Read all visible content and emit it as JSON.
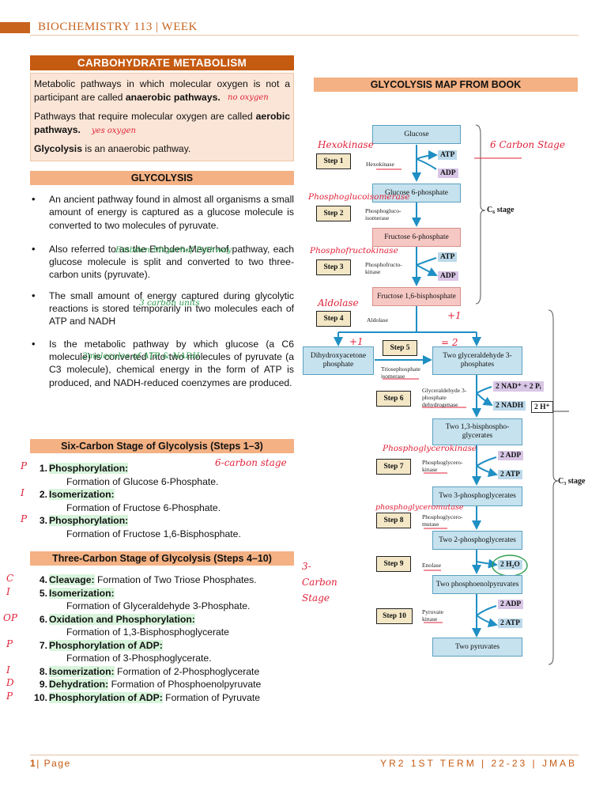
{
  "header": {
    "title": "BIOCHEMISTRY 113 | WEEK"
  },
  "carb": {
    "heading": "CARBOHYDRATE METABOLISM",
    "p1_a": "Metabolic pathways in which molecular oxygen is not a participant are called ",
    "p1_b": "anaerobic pathways.",
    "p2_a": "Pathways that require molecular oxygen are called ",
    "p2_b": "aerobic pathways.",
    "p3_a": "Glycolysis",
    "p3_b": " is an anaerobic pathway.",
    "note_no_oxygen": "no oxygen",
    "note_yes_oxygen": "yes oxygen"
  },
  "glycolysis": {
    "heading": "GLYCOLYSIS",
    "bullets": [
      "An ancient pathway found in almost all organisms a small amount of energy is captured as a glucose molecule is converted to two molecules of pyruvate.",
      "Also referred to as the Embden-Meyerhof pathway, each glucose molecule is split and converted to two three-carbon units (pyruvate).",
      "The small amount of energy captured during glycolytic reactions is stored temporarily in two molecules each of ATP and NADH",
      "Is the metabolic pathway by which glucose (a C6 molecule) is converted into two molecules of pyruvate (a C3 molecule), chemical energy in the form of ATP is produced, and NADH-reduced coenzymes are produced."
    ],
    "note_embden": "Embden-Meyerhof Pathway",
    "note_3carbon": "3 carbon units",
    "note_atp_nadh": "2molecules of ATP & NADH"
  },
  "six_carbon": {
    "heading": "Six-Carbon Stage of Glycolysis (Steps 1–3)",
    "steps": [
      {
        "num": "1.",
        "name": "Phosphorylation:",
        "desc": "Formation of Glucose 6-Phosphate.",
        "mark": "P"
      },
      {
        "num": "2.",
        "name": "Isomerization:",
        "desc": "Formation of Fructose 6-Phosphate.",
        "mark": "I"
      },
      {
        "num": "3.",
        "name": "Phosphorylation:",
        "desc": "Formation of Fructose 1,6-Bisphosphate.",
        "mark": "P"
      }
    ],
    "note": "6-carbon stage"
  },
  "three_carbon": {
    "heading": "Three-Carbon Stage of Glycolysis (Steps 4–10)",
    "steps": [
      {
        "num": "4.",
        "name": "Cleavage:",
        "desc": "Formation of Two Triose Phosphates.",
        "inline": true,
        "mark": "C"
      },
      {
        "num": "5.",
        "name": "Isomerization:",
        "desc": "Formation of Glyceraldehyde 3-Phosphate.",
        "inline": false,
        "mark": "I"
      },
      {
        "num": "6.",
        "name": "Oxidation and Phosphorylation:",
        "desc": "Formation of 1,3-Bisphosphoglycerate",
        "inline": false,
        "mark": "OP"
      },
      {
        "num": "7.",
        "name": "Phosphorylation of ADP:",
        "desc": "Formation of 3-Phosphoglycerate.",
        "inline": false,
        "mark": "P"
      },
      {
        "num": "8.",
        "name": "Isomerization:",
        "desc": "Formation of 2-Phosphoglycerate",
        "inline": true,
        "mark": "I"
      },
      {
        "num": "9.",
        "name": "Dehydration:",
        "desc": "Formation of Phosphoenolpyruvate",
        "inline": true,
        "mark": "D"
      },
      {
        "num": "10.",
        "name": "Phosphorylation of ADP:",
        "desc": "Formation of Pyruvate",
        "inline": true,
        "mark": "P"
      }
    ],
    "note": "3-Carbon Stage"
  },
  "map": {
    "heading": "GLYCOLYSIS MAP FROM BOOK",
    "nodes": {
      "glucose": "Glucose",
      "g6p": "Glucose 6-phosphate",
      "f6p": "Fructose 6-phosphate",
      "f16bp": "Fructose 1,6-bisphosphate",
      "dhap": "Dihydroxyacetone phosphate",
      "g3p": "Two glyceraldehyde 3-phosphates",
      "bpg": "Two 1,3-bisphospho-glycerates",
      "pg3": "Two 3-phosphoglycerates",
      "pg2": "Two 2-phosphoglycerates",
      "pep": "Two phosphoenolpyruvates",
      "pyr": "Two pyruvates"
    },
    "steps": [
      "Step 1",
      "Step 2",
      "Step 3",
      "Step 4",
      "Step 5",
      "Step 6",
      "Step 7",
      "Step 8",
      "Step 9",
      "Step 10"
    ],
    "enzymes": {
      "e1": "Hexokinase",
      "e2": "Phosphogluco-isomerase",
      "e3": "Phosphofructo-kinase",
      "e4": "Aldolase",
      "e5": "Triosephosphate isomerase",
      "e6": "Glyceraldehyde 3-phosphate dehydrogenase",
      "e7": "Phosphoglycero-kinase",
      "e8": "Phosphoglycero-mutase",
      "e9": "Enolase",
      "e10": "Pyruvate kinase"
    },
    "tags": {
      "atp1": "ATP",
      "adp1": "ADP",
      "atp3": "ATP",
      "adp3": "ADP",
      "nad": "2 NAD⁺ + 2 Pᵢ",
      "nadh": "2 NADH",
      "h": "2 H⁺",
      "adp7": "2 ADP",
      "atp7": "2 ATP",
      "h2o": "2 H₂O",
      "adp10": "2 ADP",
      "atp10": "2 ATP"
    },
    "stages": {
      "c6": "C₆ stage",
      "c3": "C₃ stage"
    },
    "notes": {
      "hexokinase": "Hexokinase",
      "pgi": "Phosphoglucoisomerase",
      "pfk": "Phosphofructokinase",
      "aldolase": "Aldolase",
      "six_carbon": "6 Carbon Stage",
      "pgk": "Phosphoglycerokinase",
      "pgm": "phosphoglyceromutase",
      "plus1a": "+1",
      "plus1b": "+1",
      "eq2": "= 2"
    }
  },
  "footer": {
    "page_num": "1",
    "page_label": "| Page",
    "right": "YR2 1ST TERM | 22-23 | JMAB"
  },
  "colors": {
    "accent": "#c55a11",
    "section": "#f4b183",
    "defbox": "#fbe5d6",
    "ink_red": "#e0223a",
    "ink_green": "#2e9e4e"
  }
}
